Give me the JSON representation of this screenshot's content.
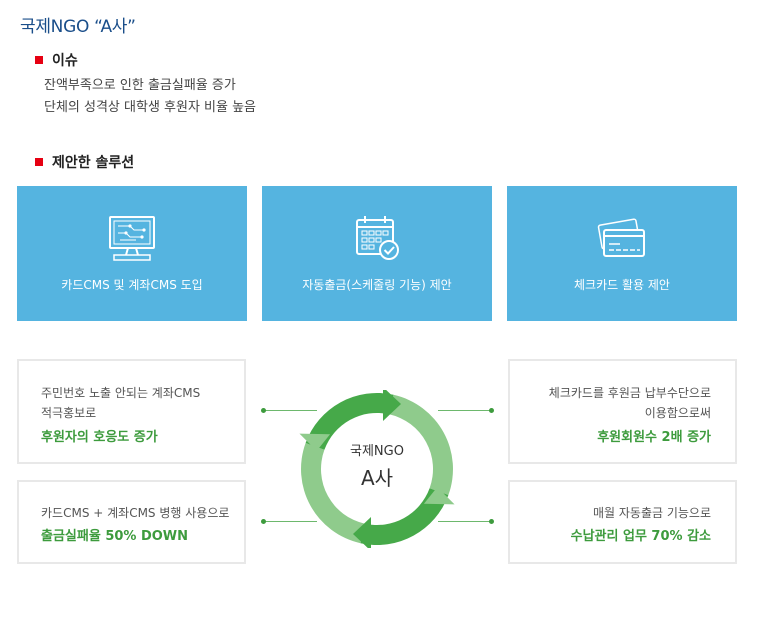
{
  "title": "국제NGO “A사”",
  "issue": {
    "heading": "이슈",
    "lines": [
      "잔액부족으로 인한 출금실패율 증가",
      "단체의 성격상 대학생 후원자 비율 높음"
    ]
  },
  "solution": {
    "heading": "제안한 솔루션",
    "cards": [
      {
        "label": "카드CMS 및 계좌CMS 도입",
        "icon": "computer-monitor-icon"
      },
      {
        "label": "자동출금(스케줄링 기능) 제안",
        "icon": "calendar-check-icon"
      },
      {
        "label": "체크카드 활용 제안",
        "icon": "credit-card-icon"
      }
    ]
  },
  "center": {
    "line1": "국제NGO",
    "line2": "A사"
  },
  "results": {
    "top_left": {
      "line1": "주민번호 노출 안되는 계좌CMS",
      "line2": "적극홍보로",
      "highlight": "후원자의 호응도 증가"
    },
    "bottom_left": {
      "line1": "카드CMS + 계좌CMS 병행 사용으로",
      "highlight": "출금실패율 50% DOWN"
    },
    "top_right": {
      "line1": "체크카드를 후원금 납부수단으로",
      "line2": "이용함으로써",
      "highlight": "후원회원수 2배 증가"
    },
    "bottom_right": {
      "line1": "매월 자동출금 기능으로",
      "highlight": "수납관리 업무 70% 감소"
    }
  },
  "colors": {
    "card_bg": "#55b4e0",
    "accent_green": "#3d9b3d",
    "light_green": "#8fcb8c",
    "title_blue": "#1a4e8a",
    "bullet_red": "#e60012"
  }
}
